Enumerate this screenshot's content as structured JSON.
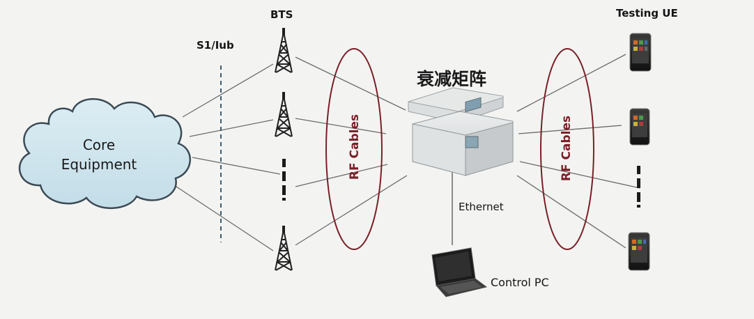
{
  "labels": {
    "bts": "BTS",
    "s1_iub": "S1/Iub",
    "testing_ue": "Testing UE",
    "attenuation_matrix": "衰减矩阵",
    "core_equipment": "Core Equipment",
    "rf_cables_left": "RF Cables",
    "rf_cables_right": "RF Cables",
    "ethernet": "Ethernet",
    "control_pc": "Control PC"
  },
  "colors": {
    "background": "#f3f4f2",
    "cloud_fill": "#cfe6ee",
    "cloud_stroke": "#3b4a55",
    "rf_ellipse": "#7a1f28",
    "rf_text": "#7a1f28",
    "line": "#6b6b6b",
    "tower": "#1f1f1f"
  },
  "icons": {
    "bts": "cell-tower-icon",
    "ue": "smartphone-icon",
    "matrix": "rack-device-icon",
    "pc": "laptop-icon",
    "core": "cloud-icon"
  }
}
